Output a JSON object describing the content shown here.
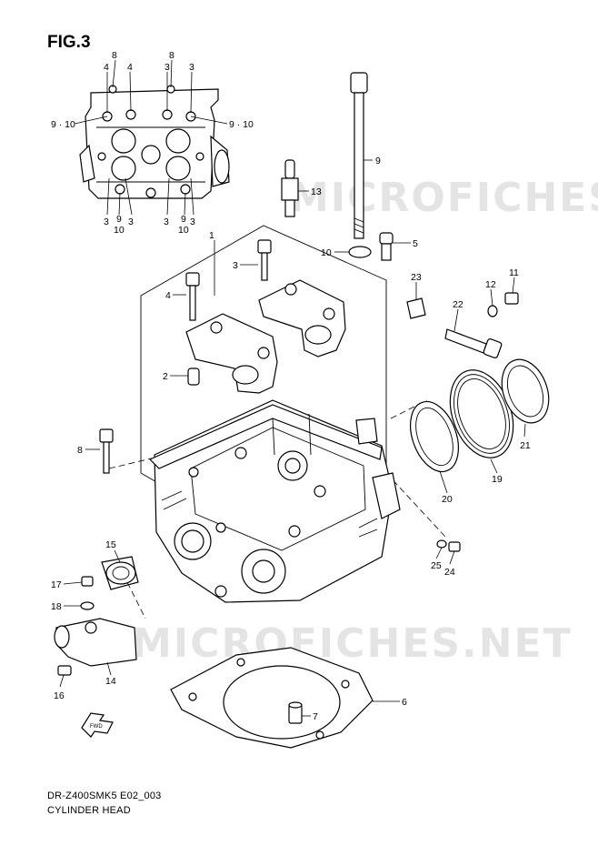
{
  "figure": {
    "title": "FIG.3"
  },
  "footer": {
    "code": "DR-Z400SMK5 E02_003",
    "name": "CYLINDER HEAD"
  },
  "watermarks": [
    "MICROFICHES.NET",
    "MICROFICHES.NET"
  ],
  "callouts": {
    "p1": "1",
    "p2": "2",
    "p3": "3",
    "p4": "4",
    "p5": "5",
    "p6": "6",
    "p7": "7",
    "p8": "8",
    "p9": "9",
    "p10": "10",
    "p11": "11",
    "p12": "12",
    "p13": "13",
    "p14": "14",
    "p15": "15",
    "p16": "16",
    "p17": "17",
    "p18": "18",
    "p19": "19",
    "p20": "20",
    "p21": "21",
    "p22": "22",
    "p23": "23",
    "p24": "24",
    "p25": "25"
  },
  "inset_callouts": {
    "t8a": "8",
    "t8b": "8",
    "t4a": "4",
    "t4b": "4",
    "t3a": "3",
    "t3b": "3",
    "l910": "9 · 10",
    "r910": "9 · 10",
    "b3a": "3",
    "b9a": "9",
    "b3b": "3",
    "b10a": "10",
    "b3c": "3",
    "b9b": "9",
    "b3d": "3",
    "b10b": "10"
  },
  "icons": {
    "front_arrow": "fwd-arrow-icon"
  }
}
